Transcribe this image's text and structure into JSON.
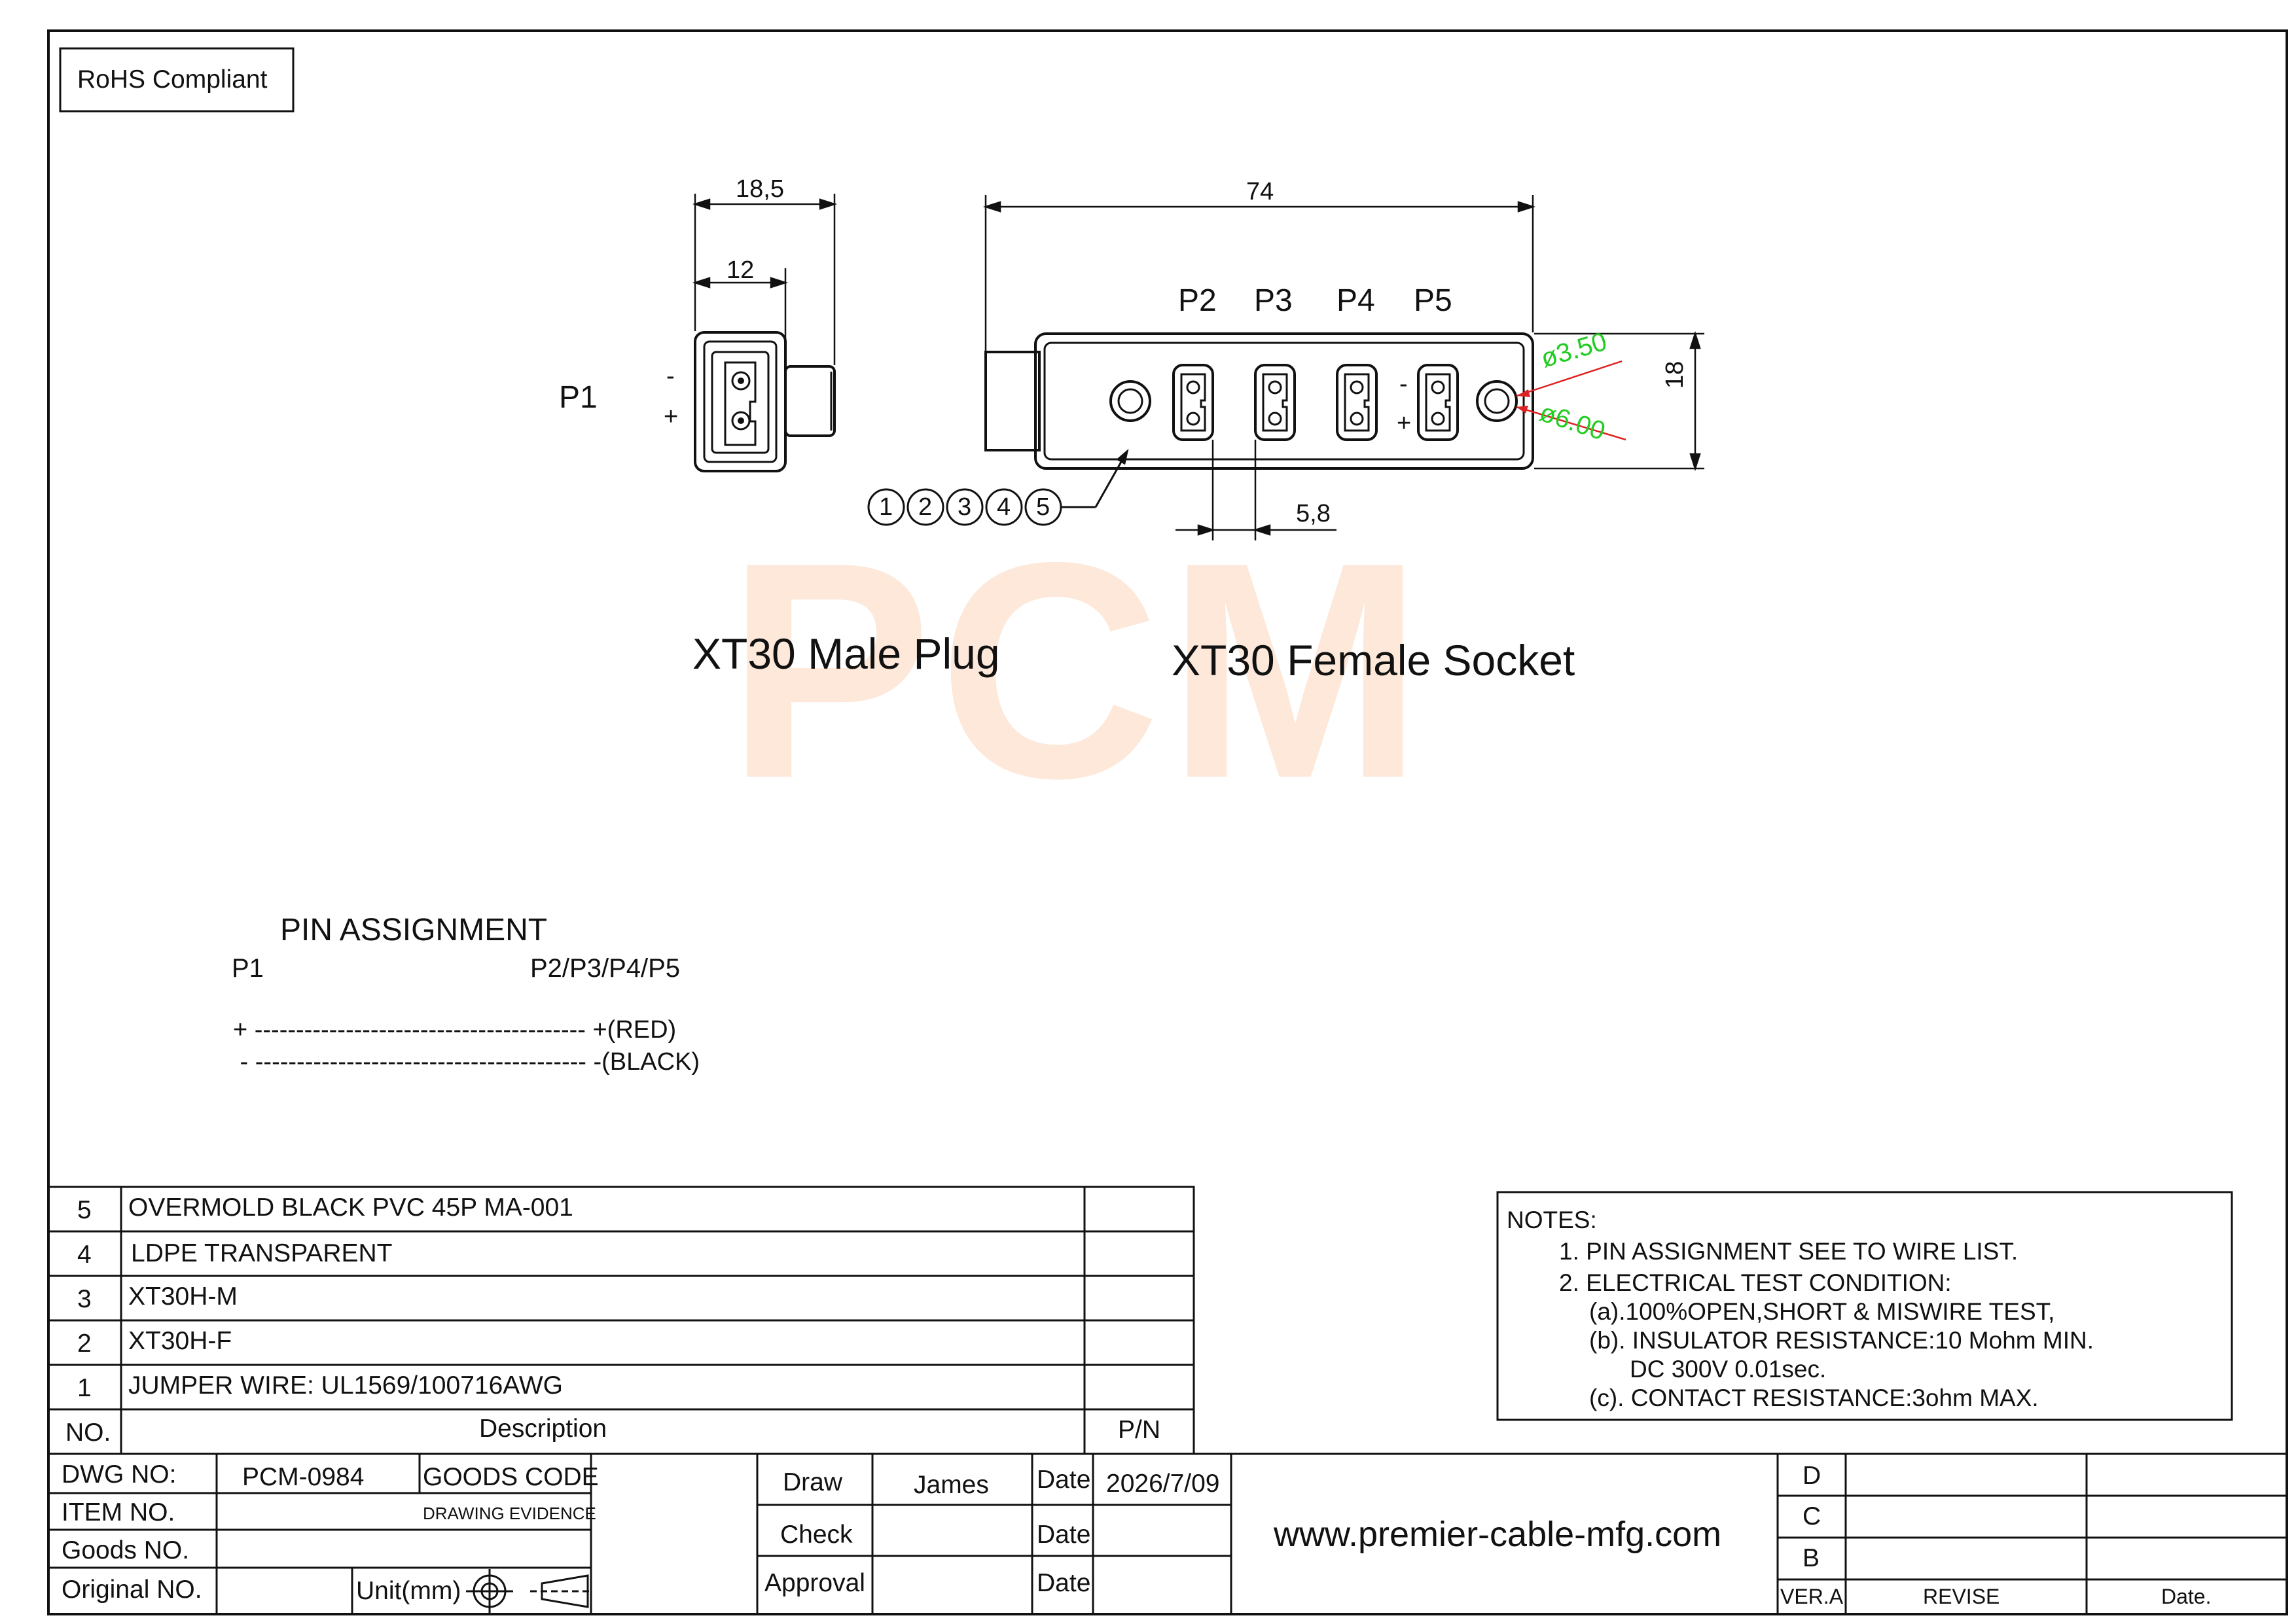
{
  "rohs": "RoHS Compliant",
  "watermark": "PCM",
  "plug": {
    "title": "XT30 Male Plug",
    "label": "P1",
    "minus": "-",
    "plus": "+",
    "dim_width": "18,5",
    "dim_body": "12"
  },
  "socket": {
    "title": "XT30 Female Socket",
    "ports": [
      "P2",
      "P3",
      "P4",
      "P5"
    ],
    "minus": "-",
    "plus": "+",
    "dim_length": "74",
    "dim_height": "18",
    "dim_pitch": "5,8",
    "hole_inner": "ø3.50",
    "hole_outer": "ø6.00"
  },
  "balloons": [
    "1",
    "2",
    "3",
    "4",
    "5"
  ],
  "pin_assignment": {
    "title": "PIN ASSIGNMENT",
    "left_header": "P1",
    "right_header": "P2/P3/P4/P5",
    "row1": "+ ---------------------------------------- +(RED)",
    "row2": " - ---------------------------------------- -(BLACK)"
  },
  "bom": {
    "rows": [
      {
        "no": "5",
        "desc": "OVERMOLD BLACK PVC 45P MA-001",
        "pn": ""
      },
      {
        "no": "4",
        "desc": "LDPE TRANSPARENT",
        "pn": ""
      },
      {
        "no": "3",
        "desc": "XT30H-M",
        "pn": ""
      },
      {
        "no": "2",
        "desc": "XT30H-F",
        "pn": ""
      },
      {
        "no": "1",
        "desc": "JUMPER WIRE: UL1569/100716AWG",
        "pn": ""
      }
    ],
    "header": {
      "no": "NO.",
      "desc": "Description",
      "pn": "P/N"
    }
  },
  "notes": {
    "title": "NOTES:",
    "lines": [
      "1. PIN ASSIGNMENT SEE TO WIRE LIST.",
      "2. ELECTRICAL TEST CONDITION:",
      "(a).100%OPEN,SHORT & MISWIRE TEST,",
      "(b). INSULATOR RESISTANCE:10 Mohm MIN.",
      "DC 300V 0.01sec.",
      "(c). CONTACT RESISTANCE:3ohm MAX."
    ]
  },
  "title_block": {
    "dwg_no_label": "DWG NO:",
    "dwg_no": "PCM-0984",
    "goods_code_label": "GOODS CODE",
    "item_no_label": "ITEM NO.",
    "drawing_evidence": "DRAWING EVIDENCE",
    "goods_no_label": "Goods NO.",
    "original_no_label": "Original NO.",
    "unit_label": "Unit(mm)",
    "draw_label": "Draw",
    "drawer": "James",
    "date_label": "Date",
    "date": "2026/7/09",
    "check_label": "Check",
    "approval_label": "Approval",
    "website": "www.premier-cable-mfg.com",
    "rev_d": "D",
    "rev_c": "C",
    "rev_b": "B",
    "ver_label": "VER.A",
    "revise_label": "REVISE",
    "rev_date_label": "Date."
  },
  "colors": {
    "line": "#111111",
    "dimension_green": "#22cc22",
    "leader_red": "#dd2222",
    "watermark": "#fde8da"
  }
}
